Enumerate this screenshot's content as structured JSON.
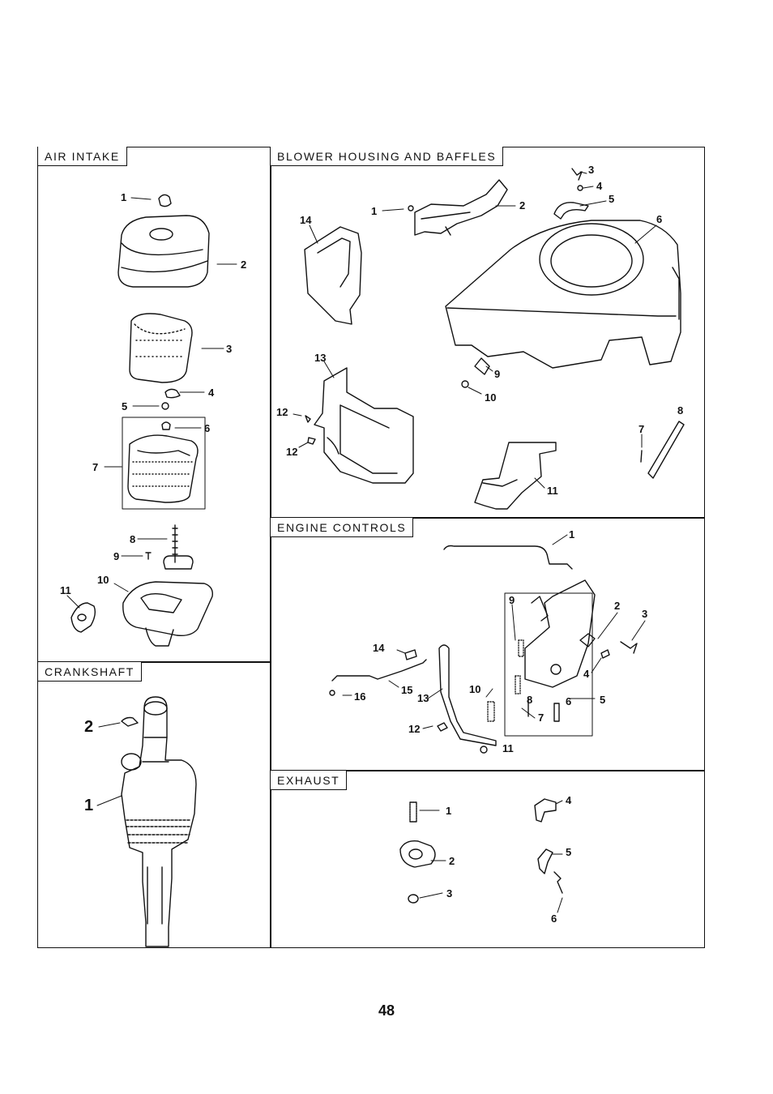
{
  "sections": {
    "air_intake": {
      "title": "AIR INTAKE",
      "callouts": [
        "1",
        "2",
        "3",
        "4",
        "5",
        "6",
        "7",
        "8",
        "9",
        "10",
        "11"
      ]
    },
    "blower": {
      "title": "BLOWER HOUSING AND BAFFLES",
      "callouts": [
        "1",
        "2",
        "3",
        "4",
        "5",
        "6",
        "7",
        "8",
        "9",
        "10",
        "11",
        "12",
        "12",
        "13",
        "14"
      ]
    },
    "engine_controls": {
      "title": "ENGINE CONTROLS",
      "callouts": [
        "1",
        "2",
        "3",
        "4",
        "5",
        "6",
        "7",
        "8",
        "9",
        "10",
        "11",
        "12",
        "13",
        "14",
        "15",
        "16"
      ]
    },
    "crankshaft": {
      "title": "CRANKSHAFT",
      "callouts": [
        "1",
        "2"
      ]
    },
    "exhaust": {
      "title": "EXHAUST",
      "callouts": [
        "1",
        "2",
        "3",
        "4",
        "5",
        "6"
      ]
    }
  },
  "page_number": "48"
}
